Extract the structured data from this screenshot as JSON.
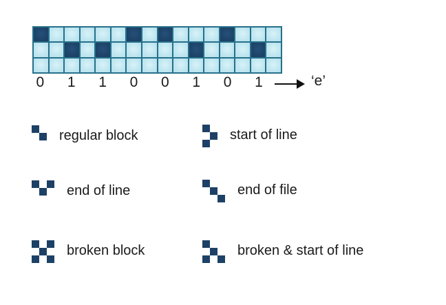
{
  "colors": {
    "dark_navy": "#1d4166",
    "cell_light": "#b9e3ee",
    "cell_light_center": "#d8f2f8",
    "grid_line": "#26708a",
    "text": "#1a1a1a",
    "background": "#ffffff"
  },
  "bit_grid": {
    "columns": 16,
    "rows": 3,
    "pattern": [
      "1000001010001000",
      "0010100000100010",
      "0000000000000000"
    ]
  },
  "bits": {
    "values": [
      "0",
      "1",
      "1",
      "0",
      "0",
      "1",
      "0",
      "1"
    ],
    "result_label": "‘e’"
  },
  "legend": {
    "items": [
      {
        "label": "regular block",
        "pattern": [
          "10",
          "01"
        ]
      },
      {
        "label": "start of line",
        "pattern": [
          "10",
          "01",
          "10"
        ]
      },
      {
        "label": "end of line",
        "pattern": [
          "101",
          "010"
        ]
      },
      {
        "label": "end of file",
        "pattern": [
          "100",
          "010",
          "001"
        ]
      },
      {
        "label": "broken block",
        "pattern": [
          "101",
          "010",
          "101"
        ]
      },
      {
        "label": "broken & start of line",
        "pattern": [
          "100",
          "010",
          "101"
        ]
      }
    ]
  }
}
